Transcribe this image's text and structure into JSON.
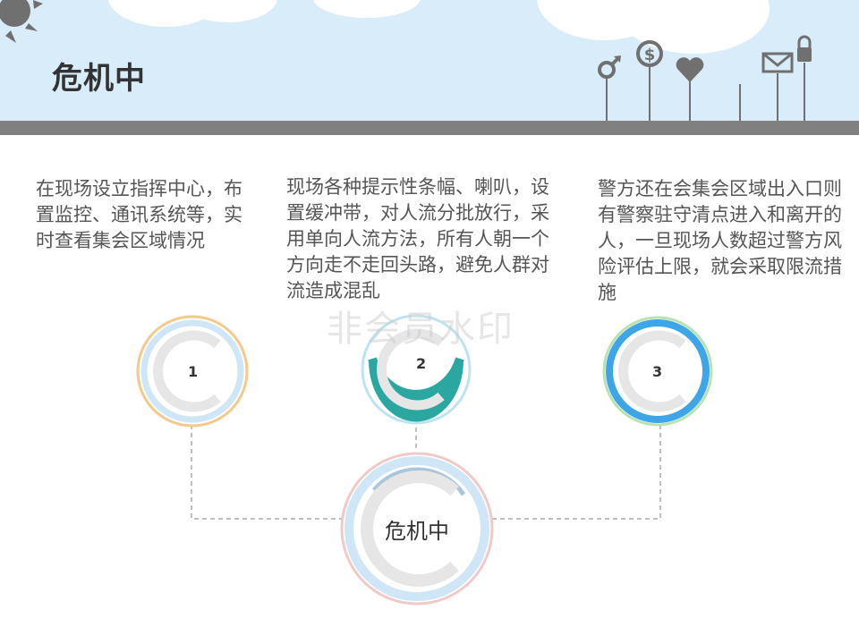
{
  "slide": {
    "title": "危机中",
    "watermark": "非会员水印"
  },
  "points": [
    {
      "number": "1",
      "text": "在现场设立指挥中心，布置监控、通讯系统等，实时查看集会区域情况"
    },
    {
      "number": "2",
      "text": "现场各种提示性条幅、喇叭，设置缓冲带，对人流分批放行，采用单向人流方法，所有人朝一个方向走不走回头路，避免人群对流造成混乱"
    },
    {
      "number": "3",
      "text": "警方还在会集会区域出入口则有警察驻守清点进入和离开的人，一旦现场人数超过警方风险评估上限，就会采取限流措施"
    }
  ],
  "center": {
    "label": "危机中"
  },
  "header_icons": [
    "male-icon",
    "dollar-icon",
    "heart-icon",
    "pin-icon",
    "mail-icon",
    "lock-icon"
  ],
  "colors": {
    "header_sky": "#d8ecfa",
    "header_bar": "#808080",
    "circle1_ring": "#f5c98a",
    "circle2_ring": "#2aa7a0",
    "circle3_ring": "#3ea6e8",
    "center_ring": "#f2c9c9"
  }
}
